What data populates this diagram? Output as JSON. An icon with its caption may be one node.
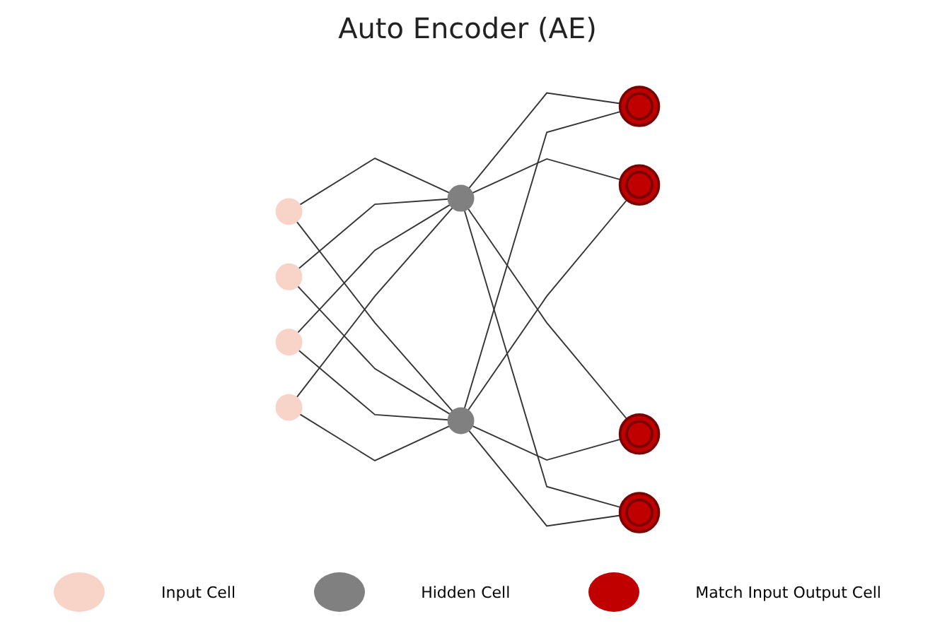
{
  "diagram": {
    "title": "Auto Encoder (AE)",
    "nodes": [
      {
        "text": [],
        "shape": "circle"
      },
      {
        "text": [],
        "shape": "circle"
      },
      {
        "text": [],
        "shape": "circle"
      },
      {
        "text": [],
        "shape": "circle"
      },
      {
        "text": [],
        "shape": "circle"
      },
      {
        "text": [],
        "shape": "circle"
      },
      {
        "text": [],
        "shape": "circle"
      },
      {
        "text": [],
        "shape": "circle"
      },
      {
        "text": [],
        "shape": "circle"
      },
      {
        "text": [],
        "shape": "circle"
      }
    ],
    "edges": [
      {
        "from": 0,
        "to": 4,
        "arrow": "none"
      },
      {
        "from": 0,
        "to": 5,
        "arrow": "none"
      },
      {
        "from": 1,
        "to": 4,
        "arrow": "none"
      },
      {
        "from": 1,
        "to": 5,
        "arrow": "none"
      },
      {
        "from": 2,
        "to": 4,
        "arrow": "none"
      },
      {
        "from": 2,
        "to": 5,
        "arrow": "none"
      },
      {
        "from": 3,
        "to": 4,
        "arrow": "none"
      },
      {
        "from": 3,
        "to": 5,
        "arrow": "none"
      },
      {
        "from": 4,
        "to": 6,
        "arrow": "none"
      },
      {
        "from": 4,
        "to": 7,
        "arrow": "none"
      },
      {
        "from": 4,
        "to": 8,
        "arrow": "none"
      },
      {
        "from": 4,
        "to": 9,
        "arrow": "none"
      },
      {
        "from": 5,
        "to": 6,
        "arrow": "none"
      },
      {
        "from": 5,
        "to": 7,
        "arrow": "none"
      },
      {
        "from": 5,
        "to": 8,
        "arrow": "none"
      },
      {
        "from": 5,
        "to": 9,
        "arrow": "none"
      }
    ],
    "legend": [
      {
        "text": "Input Cell",
        "color": "#f8d3c8"
      },
      {
        "text": "Hidden Cell",
        "color": "#808080"
      },
      {
        "text": "Match Input Output Cell",
        "color": "#c00000"
      }
    ]
  }
}
